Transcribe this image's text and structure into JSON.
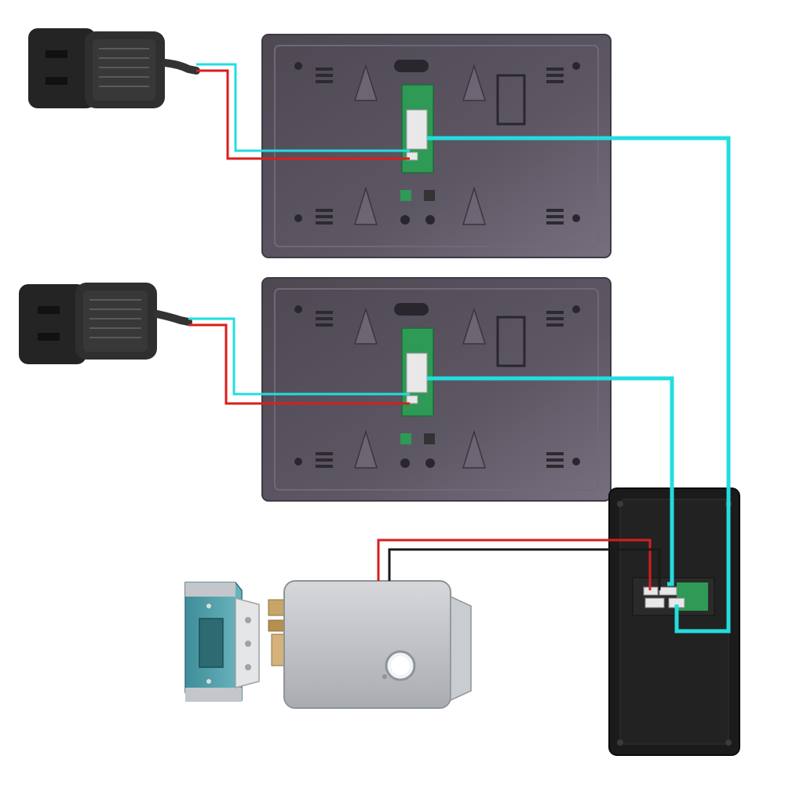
{
  "colors": {
    "background": "#ffffff",
    "monitor_body": "#5b5561",
    "monitor_edge": "#7a7380",
    "adapter_body": "#2b2b2b",
    "circuit_board": "#2e9a55",
    "door_station": "#1b1b1b",
    "lock_body": "#bfc2c6",
    "lock_plate": "#4f9faa",
    "lock_bolt": "#c6a567",
    "wire_cyan": "#22dde0",
    "wire_red": "#d81e1e",
    "wire_black": "#1a1a1a"
  },
  "components": [
    {
      "id": "power-adapter-1",
      "icon": "power-adapter-icon"
    },
    {
      "id": "power-adapter-2",
      "icon": "power-adapter-icon"
    },
    {
      "id": "indoor-monitor-1",
      "icon": "video-monitor-icon"
    },
    {
      "id": "indoor-monitor-2",
      "icon": "video-monitor-icon"
    },
    {
      "id": "outdoor-door-station",
      "icon": "door-station-icon"
    },
    {
      "id": "electric-lock",
      "icon": "electric-lock-icon"
    }
  ],
  "connections": [
    {
      "from": "power-adapter-1",
      "to": "indoor-monitor-1",
      "wires": [
        "cyan",
        "red"
      ]
    },
    {
      "from": "power-adapter-2",
      "to": "indoor-monitor-2",
      "wires": [
        "cyan",
        "red"
      ]
    },
    {
      "from": "indoor-monitor-1",
      "to": "outdoor-door-station",
      "wires": [
        "cyan"
      ]
    },
    {
      "from": "indoor-monitor-2",
      "to": "outdoor-door-station",
      "wires": [
        "cyan"
      ]
    },
    {
      "from": "outdoor-door-station",
      "to": "electric-lock",
      "wires": [
        "red",
        "black"
      ]
    }
  ]
}
